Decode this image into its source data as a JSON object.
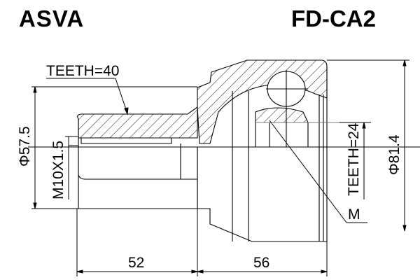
{
  "header": {
    "brand": "ASVA",
    "part_number": "FD-CA2"
  },
  "annotations": {
    "outer_teeth": "TEETH=40",
    "inner_teeth": "TEETH=24",
    "thread": "M10X1.5",
    "outer_diameter_left": "Φ57.5",
    "outer_diameter_right": "Φ81.4",
    "marker": "M"
  },
  "dimensions": {
    "length_left": "52",
    "length_right": "56"
  }
}
